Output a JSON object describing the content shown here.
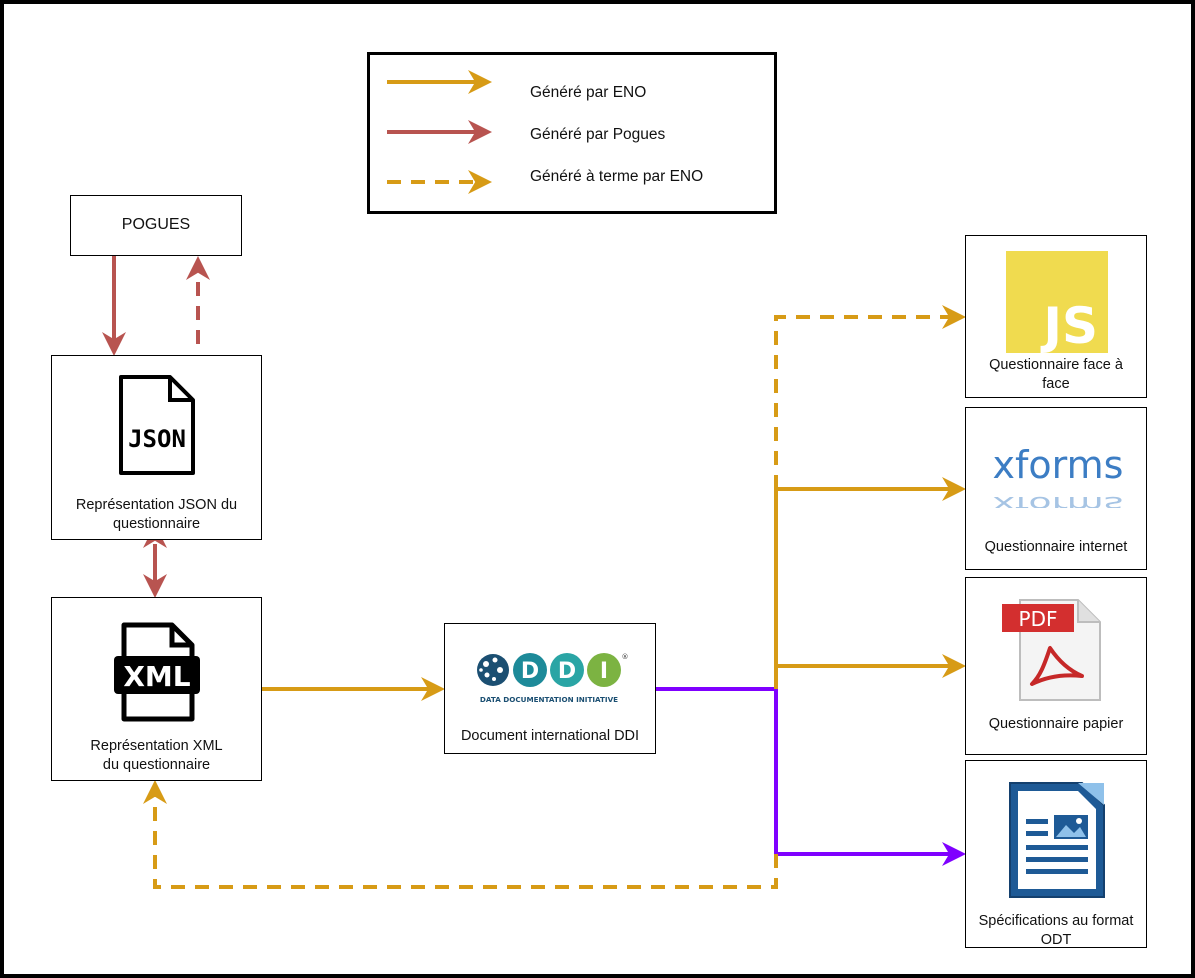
{
  "legend": {
    "items": [
      {
        "label": "Généré par ENO",
        "style": "solid",
        "color": "#d79b16"
      },
      {
        "label": "Généré par Pogues",
        "style": "solid",
        "color": "#b85450"
      },
      {
        "label": "Généré à terme par ENO",
        "style": "dashed",
        "color": "#d79b16"
      }
    ]
  },
  "nodes": {
    "pogues": {
      "label": "POGUES"
    },
    "json": {
      "label_l1": "Représentation JSON du",
      "label_l2": "questionnaire",
      "icon": "json-file-icon",
      "icon_text": "JSON"
    },
    "xml": {
      "label_l1": "Représentation XML",
      "label_l2": "du questionnaire",
      "icon": "xml-file-icon",
      "icon_text": "XML"
    },
    "ddi": {
      "label": "Document international DDI",
      "icon": "ddi-logo-icon",
      "logo_text": "DDI",
      "logo_mark": "®",
      "logo_tagline": "DATA DOCUMENTATION INITIATIVE"
    },
    "face": {
      "label_l1": "Questionnaire face à",
      "label_l2": "face",
      "icon": "javascript-logo-icon",
      "icon_text": "JS"
    },
    "internet": {
      "label": "Questionnaire internet",
      "icon": "xforms-logo-icon",
      "icon_text": "xforms"
    },
    "papier": {
      "label": "Questionnaire papier",
      "icon": "pdf-file-icon",
      "icon_text": "PDF"
    },
    "odt": {
      "label_l1": "Spécifications au format",
      "label_l2": "ODT",
      "icon": "odt-document-icon"
    }
  },
  "colors": {
    "eno": "#d79b16",
    "pogues": "#b85450",
    "odt_edge": "#7f00ff"
  }
}
